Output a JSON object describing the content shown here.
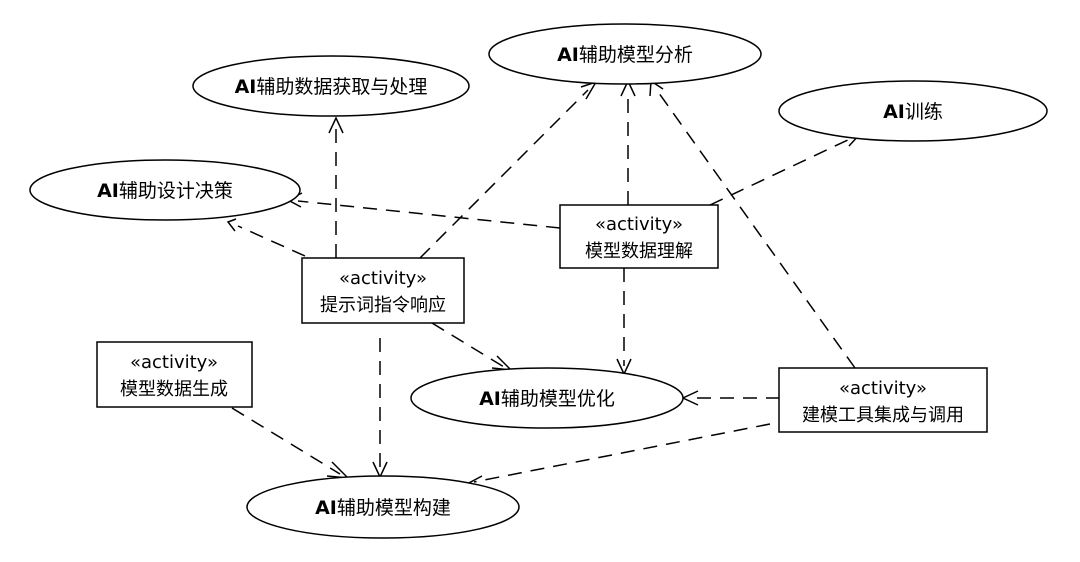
{
  "usecases": [
    {
      "id": "ai_data",
      "prefix": "AI",
      "label": "辅助数据获取与处理"
    },
    {
      "id": "ai_analysis",
      "prefix": "AI",
      "label": "辅助模型分析"
    },
    {
      "id": "ai_train",
      "prefix": "AI",
      "label": "训练"
    },
    {
      "id": "ai_decision",
      "prefix": "AI",
      "label": "辅助设计决策"
    },
    {
      "id": "ai_optimize",
      "prefix": "AI",
      "label": "辅助模型优化"
    },
    {
      "id": "ai_build",
      "prefix": "AI",
      "label": "辅助模型构建"
    }
  ],
  "activities": [
    {
      "id": "understand",
      "stereotype": "«activity»",
      "label": "模型数据理解"
    },
    {
      "id": "prompt",
      "stereotype": "«activity»",
      "label": "提示词指令响应"
    },
    {
      "id": "generate",
      "stereotype": "«activity»",
      "label": "模型数据生成"
    },
    {
      "id": "integrate",
      "stereotype": "«activity»",
      "label": "建模工具集成与调用"
    }
  ],
  "edges": [
    {
      "from": "prompt",
      "to": "ai_data"
    },
    {
      "from": "prompt",
      "to": "ai_decision"
    },
    {
      "from": "prompt",
      "to": "ai_analysis"
    },
    {
      "from": "prompt",
      "to": "ai_optimize"
    },
    {
      "from": "prompt",
      "to": "ai_build"
    },
    {
      "from": "understand",
      "to": "ai_decision"
    },
    {
      "from": "understand",
      "to": "ai_analysis"
    },
    {
      "from": "understand",
      "to": "ai_train"
    },
    {
      "from": "understand",
      "to": "ai_optimize"
    },
    {
      "from": "generate",
      "to": "ai_build"
    },
    {
      "from": "integrate",
      "to": "ai_optimize"
    },
    {
      "from": "integrate",
      "to": "ai_build"
    },
    {
      "from": "integrate",
      "to": "ai_analysis"
    }
  ]
}
